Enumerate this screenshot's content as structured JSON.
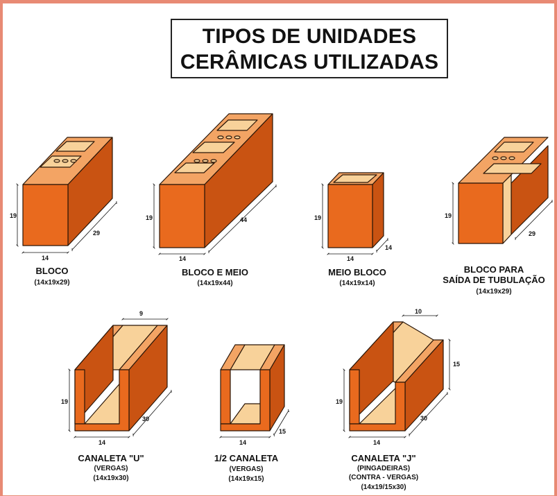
{
  "title": {
    "line1": "TIPOS DE UNIDADES",
    "line2": "CERÂMICAS UTILIZADAS"
  },
  "colors": {
    "front": "#e96a1e",
    "side": "#c95312",
    "top": "#f3a464",
    "inner": "#f8d29a",
    "stroke": "#2a1608",
    "frame": "#e88a74"
  },
  "units": [
    {
      "name": "BLOCO",
      "size": "(14x19x29)",
      "dims": {
        "w": "14",
        "h": "19",
        "d": "29"
      }
    },
    {
      "name": "BLOCO E MEIO",
      "size": "(14x19x44)",
      "dims": {
        "w": "14",
        "h": "19",
        "d": "44"
      }
    },
    {
      "name": "MEIO BLOCO",
      "size": "(14x19x14)",
      "dims": {
        "w": "14",
        "h": "19",
        "d": "14"
      }
    },
    {
      "name": "BLOCO PARA",
      "name2": "SAÍDA DE TUBULAÇÃO",
      "size": "(14x19x29)",
      "dims": {
        "w": "",
        "h": "19",
        "d": "29"
      }
    },
    {
      "name": "CANALETA \"U\"",
      "sub": "(VERGAS)",
      "size": "(14x19x30)",
      "dims": {
        "w": "14",
        "h": "19",
        "d": "30",
        "top": "9"
      }
    },
    {
      "name": "1/2 CANALETA",
      "sub": "(VERGAS)",
      "size": "(14x19x15)",
      "dims": {
        "w": "14",
        "h": "",
        "d": "15"
      }
    },
    {
      "name": "CANALETA \"J\"",
      "sub": "(PINGADEIRAS)",
      "sub2": "(CONTRA - VERGAS)",
      "size": "(14x19/15x30)",
      "dims": {
        "w": "14",
        "h": "19",
        "d": "30",
        "top": "10",
        "h2": "15"
      }
    }
  ]
}
